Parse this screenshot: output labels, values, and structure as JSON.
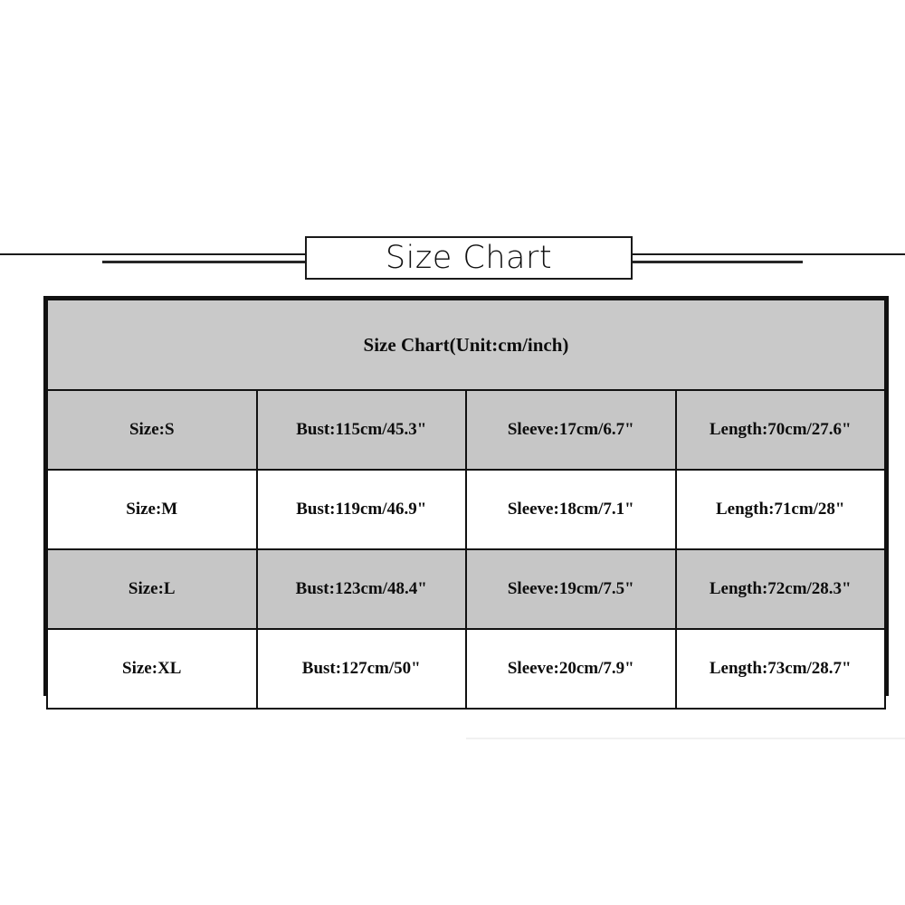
{
  "banner": {
    "title": "Size Chart"
  },
  "table": {
    "header": "Size Chart(Unit:cm/inch)",
    "columns": [
      "Size",
      "Bust",
      "Sleeve",
      "Length"
    ],
    "rows": [
      {
        "size": "Size:S",
        "bust": "Bust:115cm/45.3\"",
        "sleeve": "Sleeve:17cm/6.7\"",
        "length": "Length:70cm/27.6\"",
        "shaded": true
      },
      {
        "size": "Size:M",
        "bust": "Bust:119cm/46.9\"",
        "sleeve": "Sleeve:18cm/7.1\"",
        "length": "Length:71cm/28\"",
        "shaded": false
      },
      {
        "size": "Size:L",
        "bust": "Bust:123cm/48.4\"",
        "sleeve": "Sleeve:19cm/7.5\"",
        "length": "Length:72cm/28.3\"",
        "shaded": true
      },
      {
        "size": "Size:XL",
        "bust": "Bust:127cm/50\"",
        "sleeve": "Sleeve:20cm/7.9\"",
        "length": "Length:73cm/28.7\"",
        "shaded": false
      }
    ]
  },
  "colors": {
    "page_background": "#ffffff",
    "shaded_row": "#c6c6c6",
    "header_row": "#c9c9c9",
    "border": "#111111",
    "text": "#0d0d0d"
  }
}
